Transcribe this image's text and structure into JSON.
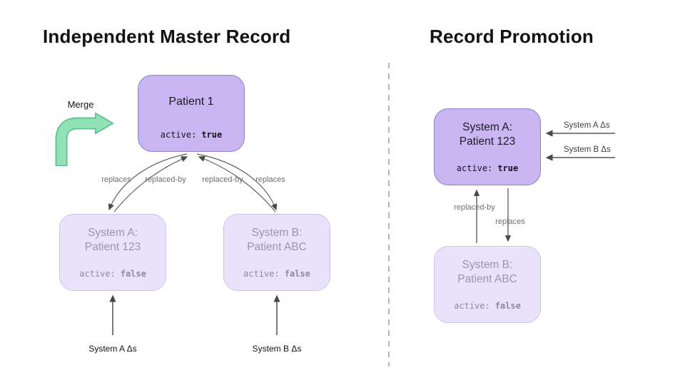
{
  "titles": {
    "left": "Independent Master Record",
    "right": "Record Promotion"
  },
  "left": {
    "merge_label": "Merge",
    "master": {
      "title": "Patient 1",
      "active_key": "active:",
      "active_value": "true"
    },
    "edge_labels": [
      "replaces",
      "replaced-by",
      "replaced-by",
      "replaces"
    ],
    "system_a": {
      "title_line1": "System A:",
      "title_line2": "Patient 123",
      "active_key": "active:",
      "active_value": "false"
    },
    "system_b": {
      "title_line1": "System B:",
      "title_line2": "Patient ABC",
      "active_key": "active:",
      "active_value": "false"
    },
    "input_a_label": "System A Δs",
    "input_b_label": "System B Δs"
  },
  "right": {
    "master": {
      "title_line1": "System A:",
      "title_line2": "Patient 123",
      "active_key": "active:",
      "active_value": "true"
    },
    "delta_a_label": "System A Δs",
    "delta_b_label": "System B Δs",
    "edge_up_label": "replaced-by",
    "edge_down_label": "replaces",
    "system_b": {
      "title_line1": "System B:",
      "title_line2": "Patient ABC",
      "active_key": "active:",
      "active_value": "false"
    }
  },
  "colors": {
    "active_fill": "#c8b5f2",
    "inactive_fill": "#e9e2fa",
    "merge_green": "#92e2b8",
    "merge_green_outline": "#63c496",
    "arrow_gray": "#474747"
  }
}
